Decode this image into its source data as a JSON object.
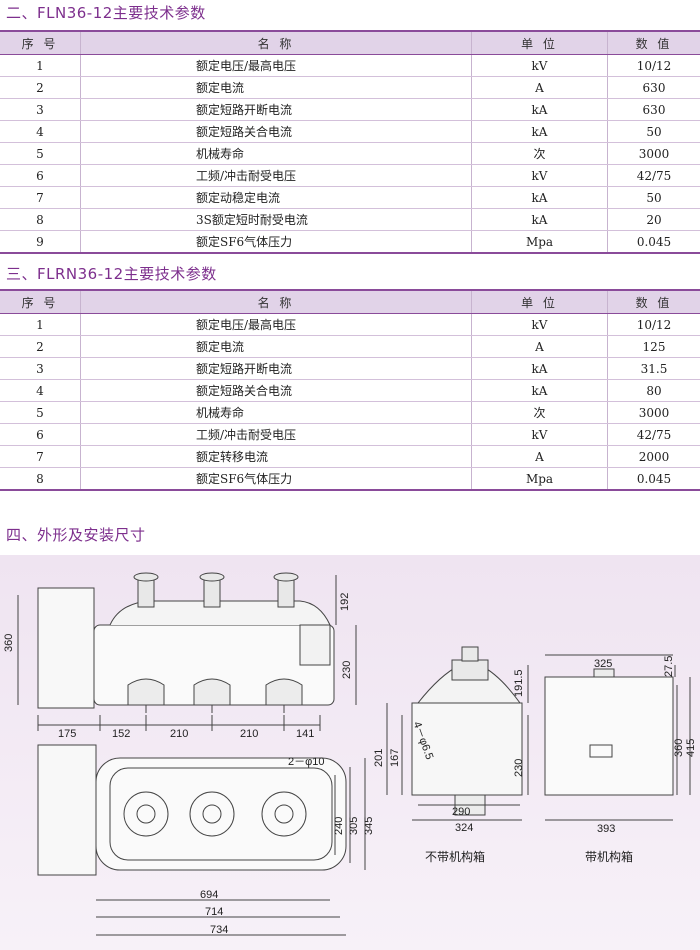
{
  "section2": {
    "heading": "二、FLN36-12主要技术参数",
    "columns": [
      "序 号",
      "名 称",
      "单 位",
      "数 值"
    ],
    "rows": [
      {
        "no": "1",
        "name": "额定电压/最高电压",
        "unit": "kV",
        "value": "10/12"
      },
      {
        "no": "2",
        "name": "额定电流",
        "unit": "A",
        "value": "630"
      },
      {
        "no": "3",
        "name": "额定短路开断电流",
        "unit": "kA",
        "value": "630"
      },
      {
        "no": "4",
        "name": "额定短路关合电流",
        "unit": "kA",
        "value": "50"
      },
      {
        "no": "5",
        "name": "机械寿命",
        "unit": "次",
        "value": "3000"
      },
      {
        "no": "6",
        "name": "工频/冲击耐受电压",
        "unit": "kV",
        "value": "42/75"
      },
      {
        "no": "7",
        "name": "额定动稳定电流",
        "unit": "kA",
        "value": "50"
      },
      {
        "no": "8",
        "name": "3S额定短时耐受电流",
        "unit": "kA",
        "value": "20"
      },
      {
        "no": "9",
        "name": "额定SF6气体压力",
        "unit": "Mpa",
        "value": "0.045"
      }
    ]
  },
  "section3": {
    "heading": "三、FLRN36-12主要技术参数",
    "columns": [
      "序 号",
      "名 称",
      "单 位",
      "数 值"
    ],
    "rows": [
      {
        "no": "1",
        "name": "额定电压/最高电压",
        "unit": "kV",
        "value": "10/12"
      },
      {
        "no": "2",
        "name": "额定电流",
        "unit": "A",
        "value": "125"
      },
      {
        "no": "3",
        "name": "额定短路开断电流",
        "unit": "kA",
        "value": "31.5"
      },
      {
        "no": "4",
        "name": "额定短路关合电流",
        "unit": "kA",
        "value": "80"
      },
      {
        "no": "5",
        "name": "机械寿命",
        "unit": "次",
        "value": "3000"
      },
      {
        "no": "6",
        "name": "工频/冲击耐受电压",
        "unit": "kV",
        "value": "42/75"
      },
      {
        "no": "7",
        "name": "额定转移电流",
        "unit": "A",
        "value": "2000"
      },
      {
        "no": "8",
        "name": "额定SF6气体压力",
        "unit": "Mpa",
        "value": "0.045"
      }
    ]
  },
  "section4": {
    "heading": "四、外形及安装尺寸",
    "drawing_labels": {
      "front_height": "360",
      "front_top": "192",
      "front_side": "230",
      "front_w1": "175",
      "front_w2": "152",
      "front_w3": "210",
      "front_w4": "210",
      "front_w5": "141",
      "top_holes": "2－φ10",
      "top_h1": "240",
      "top_h2": "305",
      "top_h3": "345",
      "top_w1": "694",
      "top_w2": "714",
      "top_w3": "734",
      "side_h1": "201",
      "side_h2": "167",
      "side_holes": "4－φ6.5",
      "side_h3": "191.5",
      "side_h4": "230",
      "side_w1": "290",
      "side_w2": "324",
      "box_w": "325",
      "box_top": "27.5",
      "box_h1": "360",
      "box_h2": "415",
      "box_w2": "393"
    },
    "captions": {
      "without_box": "不带机构箱",
      "with_box": "带机构箱"
    }
  }
}
